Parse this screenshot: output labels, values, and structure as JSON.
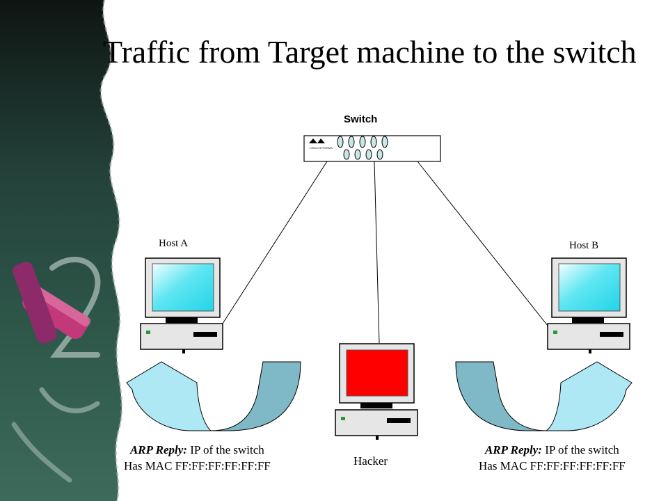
{
  "slide": {
    "title": "Traffic from Target machine to the switch"
  },
  "diagram": {
    "switch": {
      "label": "Switch",
      "brand": "CISCO SYSTEMS"
    },
    "host_a": {
      "label": "Host A"
    },
    "host_b": {
      "label": "Host B"
    },
    "hacker": {
      "label": "Hacker"
    },
    "left_arrow": {
      "caption_bold": "ARP Reply:",
      "caption_rest": " IP of the switch",
      "caption_line2": "Has MAC FF:FF:FF:FF:FF:FF"
    },
    "right_arrow": {
      "caption_bold": "ARP Reply:",
      "caption_rest": " IP of the switch",
      "caption_line2": "Has MAC FF:FF:FF:FF:FF:FF"
    }
  },
  "colors": {
    "screen_normal": "#33ddee",
    "screen_hacker": "#ff0000",
    "arrow_light": "#aee8f5",
    "arrow_dark": "#7fb8c6",
    "chalkboard": "#1f3a33"
  }
}
